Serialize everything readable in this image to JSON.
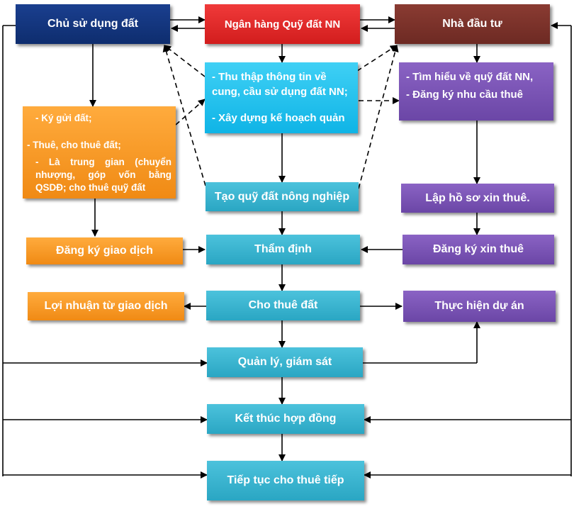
{
  "top": {
    "chu_su_dung": "Chủ sử dụng đất",
    "ngan_hang": "Ngân hàng Quỹ đất NN",
    "nha_dau_tu": "Nhà đầu tư"
  },
  "collect_info": {
    "line1": "- Thu thập thông tin về",
    "line2": "cung, cầu sử dụng đất NN;",
    "line3": "- Xây dựng kế hoạch quản"
  },
  "investor_tasks": {
    "line1": "- Tìm hiểu về quỹ đất NN,",
    "line2": "- Đăng ký nhu cầu thuê"
  },
  "owner_tasks": {
    "line1": "- Ký gửi đất;",
    "line2": "- Thuê, cho thuê đất;",
    "line3": "- Là trung gian (chuyển nhượng, góp vốn bằng QSDĐ; cho thuê quỹ đất"
  },
  "center": {
    "tao_quy_dat": "Tạo quỹ đất nông nghiệp",
    "tham_dinh": "Thẩm định",
    "cho_thue": "Cho thuê đất",
    "quan_ly": "Quản lý, giám sát",
    "ket_thuc": "Kết thúc hợp đồng",
    "tiep_tuc": "Tiếp tục cho thuê tiếp"
  },
  "left": {
    "dang_ky_gd": "Đăng ký giao dịch",
    "loi_nhuan": "Lợi nhuận từ giao dịch"
  },
  "right": {
    "lap_ho_so": "Lập hồ sơ xin thuê.",
    "dang_ky_thue": "Đăng ký xin thuê",
    "thuc_hien": "Thực hiện dự án"
  },
  "colors": {
    "navy": "#0e2d6e",
    "red": "#d21d1d",
    "maroon": "#6d2a23",
    "cyan": "#0fb4e6",
    "teal": "#2aa6c3",
    "orange": "#f08a14",
    "purple": "#6b46a6"
  }
}
